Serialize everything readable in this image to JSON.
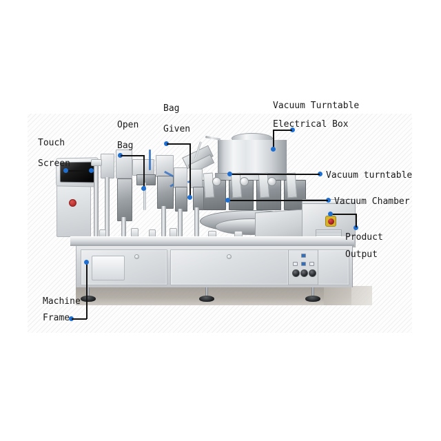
{
  "image": {
    "subject": "Rotary vacuum packaging machine — annotated parts diagram",
    "background_color": "#ffffff",
    "panel_color": "#fdfdfd",
    "accent_color": "#1f6fd0",
    "leader_color": "#111111",
    "text_color": "#1a1a1a"
  },
  "annotations": [
    {
      "id": "touch-screen",
      "label_line1": "Touch",
      "label_line2": "Screen",
      "side": "left"
    },
    {
      "id": "open-bag",
      "label_line1": "Open",
      "label_line2": "Bag",
      "side": "top"
    },
    {
      "id": "bag-given",
      "label_line1": "Bag",
      "label_line2": "Given",
      "side": "top"
    },
    {
      "id": "vacuum-turntable-electrical-box",
      "label_line1": "Vacuum Turntable",
      "label_line2": "Electrical Box",
      "side": "top"
    },
    {
      "id": "vacuum-turntable",
      "label_line1": "Vacuum turntable",
      "label_line2": "",
      "side": "right"
    },
    {
      "id": "vacuum-chamber",
      "label_line1": "Vacuum Chamber",
      "label_line2": "",
      "side": "right"
    },
    {
      "id": "product-output",
      "label_line1": "Product",
      "label_line2": "Output",
      "side": "right"
    },
    {
      "id": "machine-frame",
      "label_line1": "Machine",
      "label_line2": "Frame",
      "side": "bottom-left"
    }
  ],
  "labels": {
    "touch": "Touch",
    "screen": "Screen",
    "open": "Open",
    "bag": "Bag",
    "bag2": "Bag",
    "given": "Given",
    "vacuum_turntable_title": "Vacuum Turntable",
    "electrical_box": "Electrical Box",
    "vacuum_turntable": "Vacuum turntable",
    "vacuum_chamber": "Vacuum Chamber",
    "product": "Product",
    "output": "Output",
    "machine": "Machine",
    "frame": "Frame"
  }
}
